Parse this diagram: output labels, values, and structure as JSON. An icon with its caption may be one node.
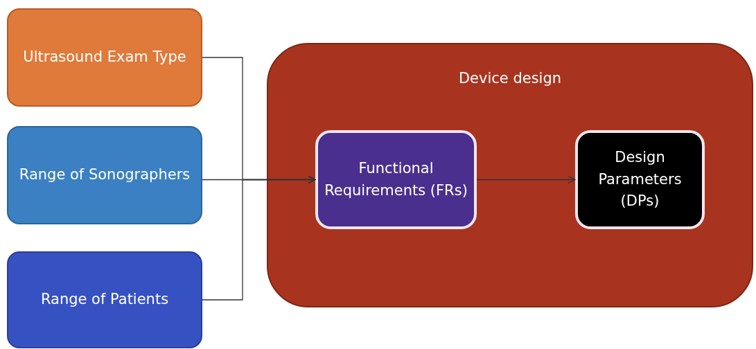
{
  "diagram": {
    "nodes": [
      {
        "text": [
          "Ultrasound Exam Type"
        ]
      },
      {
        "text": [
          "Range of Sonographers"
        ]
      },
      {
        "text": [
          "Range of Patients"
        ]
      },
      {
        "text": [
          "Device design"
        ]
      },
      {
        "text": [
          "Functional Requirements (FRs)"
        ],
        "in": 3
      },
      {
        "text": [
          "Design Parameters (DPs)"
        ],
        "in": 3
      }
    ],
    "edges": [
      {
        "from": 0,
        "to": 4,
        "arrow": "to"
      },
      {
        "from": 1,
        "to": 4,
        "arrow": "to"
      },
      {
        "from": 2,
        "to": 4,
        "arrow": "to"
      },
      {
        "from": 4,
        "to": 5,
        "arrow": "to"
      }
    ]
  }
}
